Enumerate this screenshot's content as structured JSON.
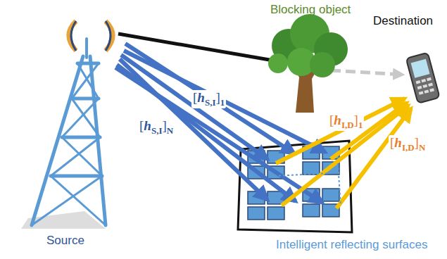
{
  "diagram": {
    "labels": [
      "Blocking object",
      "Destination",
      "[hS,I]1",
      "[hS,I]N",
      "[hI,D]1",
      "[hI,D]N",
      "Source",
      "Intelligent reflecting surfaces"
    ]
  }
}
